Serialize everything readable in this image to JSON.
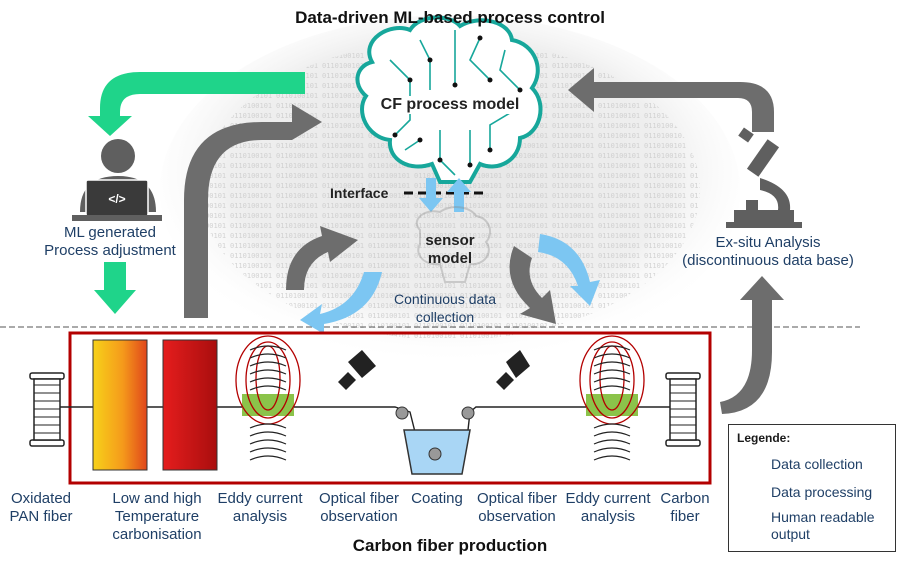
{
  "title": "Data-driven ML-based process control",
  "subtitle": "Carbon fiber production",
  "model": {
    "cf_process_model": "CF process model",
    "interface": "Interface",
    "sensor_model": "sensor\nmodel",
    "continuous_collection": "Continuous data\ncollection"
  },
  "left": {
    "ml_label": "ML generated\nProcess adjustment",
    "laptop_code": "</>"
  },
  "right": {
    "exsitu_label": "Ex-situ Analysis\n(discontinuous data base)"
  },
  "process_steps": [
    "Oxidated\nPAN fiber",
    "Low and high\nTemperature\ncarbonisation",
    "Eddy current\nanalysis",
    "Optical fiber\nobservation",
    "Coating",
    "Optical fiber\nobservation",
    "Eddy current\nanalysis",
    "Carbon\nfiber"
  ],
  "legend": {
    "title": "Legende:",
    "items": [
      {
        "label": "Data collection",
        "color": "#6d6d6d"
      },
      {
        "label": "Data processing",
        "color": "#7cc6f2"
      },
      {
        "label": "Human readable\noutput",
        "color": "#1fd48a"
      }
    ]
  },
  "colors": {
    "gray_arrow": "#6d6d6d",
    "blue_arrow": "#7cc6f2",
    "green_arrow": "#1fd48a",
    "production_frame": "#b30000",
    "brain_circuit": "#17a79b",
    "label_text": "#1f3f66"
  }
}
